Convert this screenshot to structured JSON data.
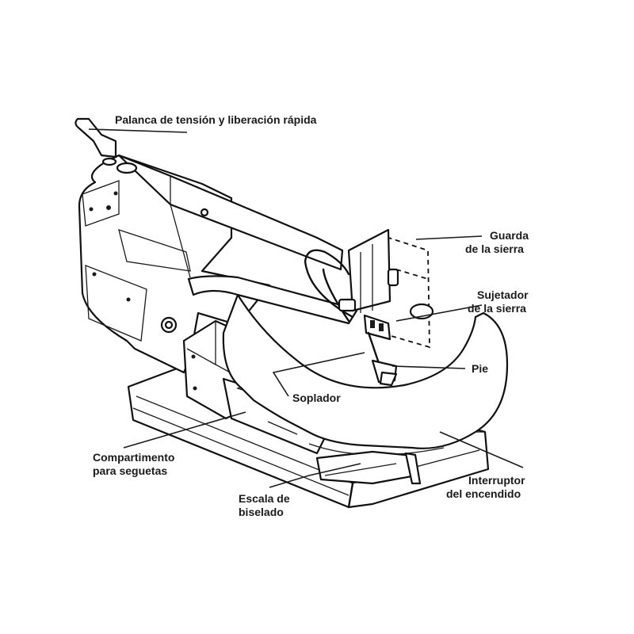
{
  "labels": {
    "tension_lever": "Palanca de tensión y liberación rápida",
    "saw_guard_line1": "Guarda",
    "saw_guard_line2": "de la sierra",
    "blade_holder_line1": "Sujetador",
    "blade_holder_line2": "de la sierra",
    "foot": "Pie",
    "blower": "Soplador",
    "blade_compartment_line1": "Compartimento",
    "blade_compartment_line2": "para seguetas",
    "bevel_scale_line1": "Escala de",
    "bevel_scale_line2": "biselado",
    "power_switch_line1": "Interruptor",
    "power_switch_line2": "del encendido"
  }
}
